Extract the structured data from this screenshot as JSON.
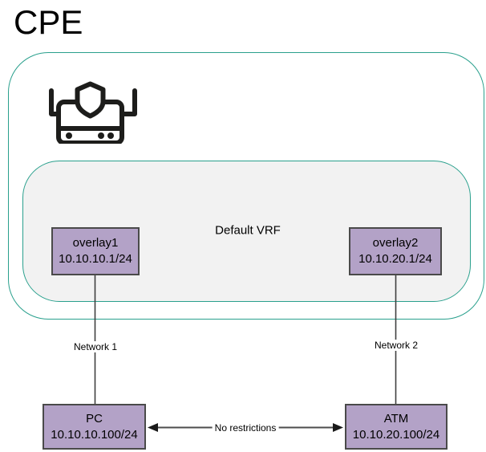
{
  "title": "CPE",
  "colors": {
    "accent_teal": "#2aa08d",
    "vrf_fill": "#f2f2f2",
    "node_fill": "#b3a2c7",
    "node_border": "#4a4a4a",
    "icon_color": "#1d1d1b",
    "edge_color": "#3f3f3f"
  },
  "icons": {
    "firewall": "firewall-router-shield-icon"
  },
  "vrf": {
    "label": "Default VRF"
  },
  "nodes": {
    "overlay1": {
      "name": "overlay1",
      "ip": "10.10.10.1/24"
    },
    "overlay2": {
      "name": "overlay2",
      "ip": "10.10.20.1/24"
    },
    "pc": {
      "name": "PC",
      "ip": "10.10.10.100/24"
    },
    "atm": {
      "name": "ATM",
      "ip": "10.10.20.100/24"
    }
  },
  "links": {
    "network1": {
      "label": "Network 1"
    },
    "network2": {
      "label": "Network 2"
    },
    "no_restrictions": {
      "label": "No restrictions"
    }
  }
}
